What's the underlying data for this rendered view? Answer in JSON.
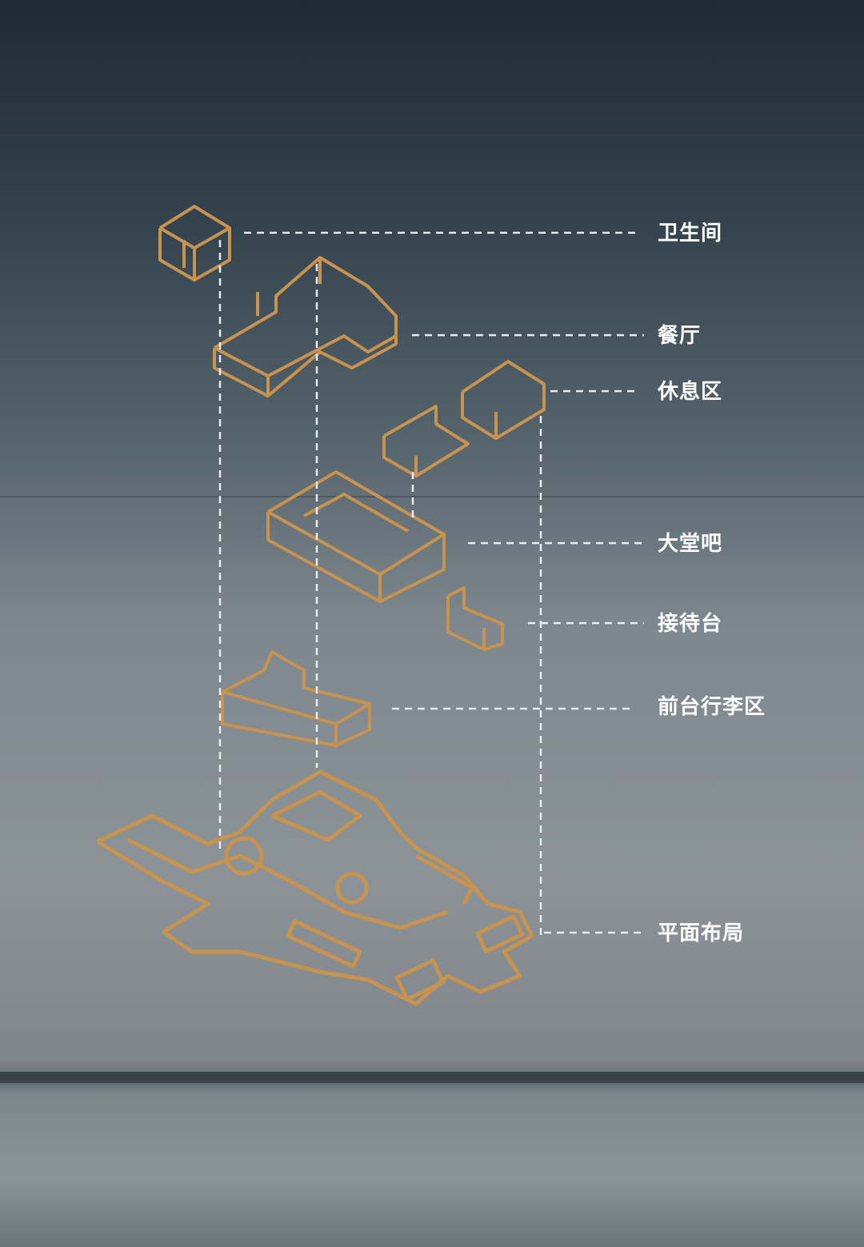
{
  "colors": {
    "line": "#c8924f",
    "dash": "#e8ecef",
    "label": "#ffffff"
  },
  "labels": {
    "restroom": "卫生间",
    "restaurant": "餐厅",
    "lounge": "休息区",
    "lobby_bar": "大堂吧",
    "reception": "接待台",
    "front_desk_luggage": "前台行李区",
    "floor_plan": "平面布局"
  }
}
